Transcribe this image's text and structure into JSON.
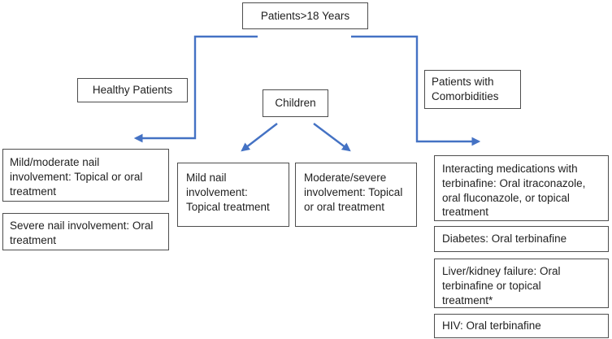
{
  "colors": {
    "connector_blue": "#4472C4",
    "box_border": "#4d4d4d",
    "text": "#1f1f1f",
    "background": "#ffffff"
  },
  "nodes": {
    "root": {
      "label": "Patients>18 Years"
    },
    "healthy": {
      "label": "Healthy Patients"
    },
    "children": {
      "label": "Children"
    },
    "comorbidities": {
      "label": "Patients with Comorbidities"
    },
    "healthy_outcomes": [
      {
        "label": "Mild/moderate nail involvement: Topical or oral treatment"
      },
      {
        "label": "Severe nail involvement: Oral treatment"
      }
    ],
    "children_outcomes": [
      {
        "label": "Mild nail involvement: Topical treatment"
      },
      {
        "label": "Moderate/severe involvement: Topical or oral treatment"
      }
    ],
    "comorbidity_outcomes": [
      {
        "label": "Interacting medications with terbinafine: Oral itraconazole, oral fluconazole, or topical treatment"
      },
      {
        "label": "Diabetes: Oral terbinafine"
      },
      {
        "label": "Liver/kidney failure: Oral terbinafine or topical treatment*"
      },
      {
        "label": "HIV: Oral terbinafine"
      }
    ]
  }
}
